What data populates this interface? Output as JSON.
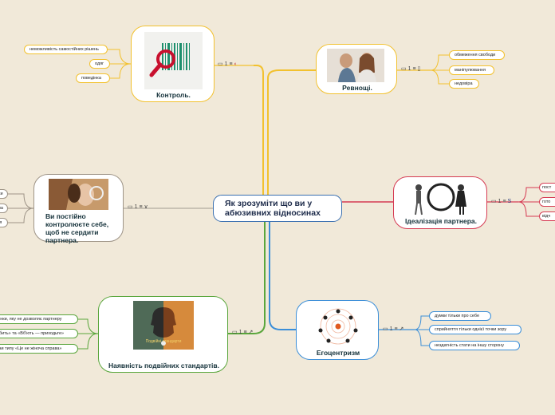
{
  "central": {
    "title": "Як зрозуміти що ви у абюзивних відносинах"
  },
  "branches": {
    "control": {
      "label": "Контроль.",
      "count": "1",
      "color": "#f2c12e",
      "leaves": [
        "неможливість самостійних рішень",
        "одяг",
        "поведінка"
      ]
    },
    "jealousy": {
      "label": "Ревнощі.",
      "count": "1",
      "color": "#f2c12e",
      "leaves": [
        "обмеження свободи",
        "маніпулювання",
        "недовіра"
      ]
    },
    "selfcontrol": {
      "label": "Ви постійно контролюєте себе, щоб не сердити партнера.",
      "count": "1",
      "color": "#9e9487",
      "leaves": [
        "ухи",
        "ова",
        "ція"
      ]
    },
    "idealization": {
      "label": "Ідеалізація партнера.",
      "count": "1",
      "color": "#d63b53",
      "leaves": [
        "пост",
        "гото",
        "відч"
      ]
    },
    "doublestandards": {
      "label": "Наявність подвійних стандартів.",
      "count": "1",
      "color": "#5aa63c",
      "image_caption": "Подвійні стандарти",
      "leaves": [
        "інки, яку не дозволяє партнеру",
        "бить» та «Вб'ють — приходьте»",
        "зи типу «Це не жіноча справа»"
      ]
    },
    "egocentrism": {
      "label": "Егоцентризм",
      "count": "1",
      "color": "#3b8ed8",
      "leaves": [
        "думки тільки про себе",
        "сприйняття тільки однієї точки зору",
        "нездатність стати на іншу сторону"
      ]
    }
  }
}
